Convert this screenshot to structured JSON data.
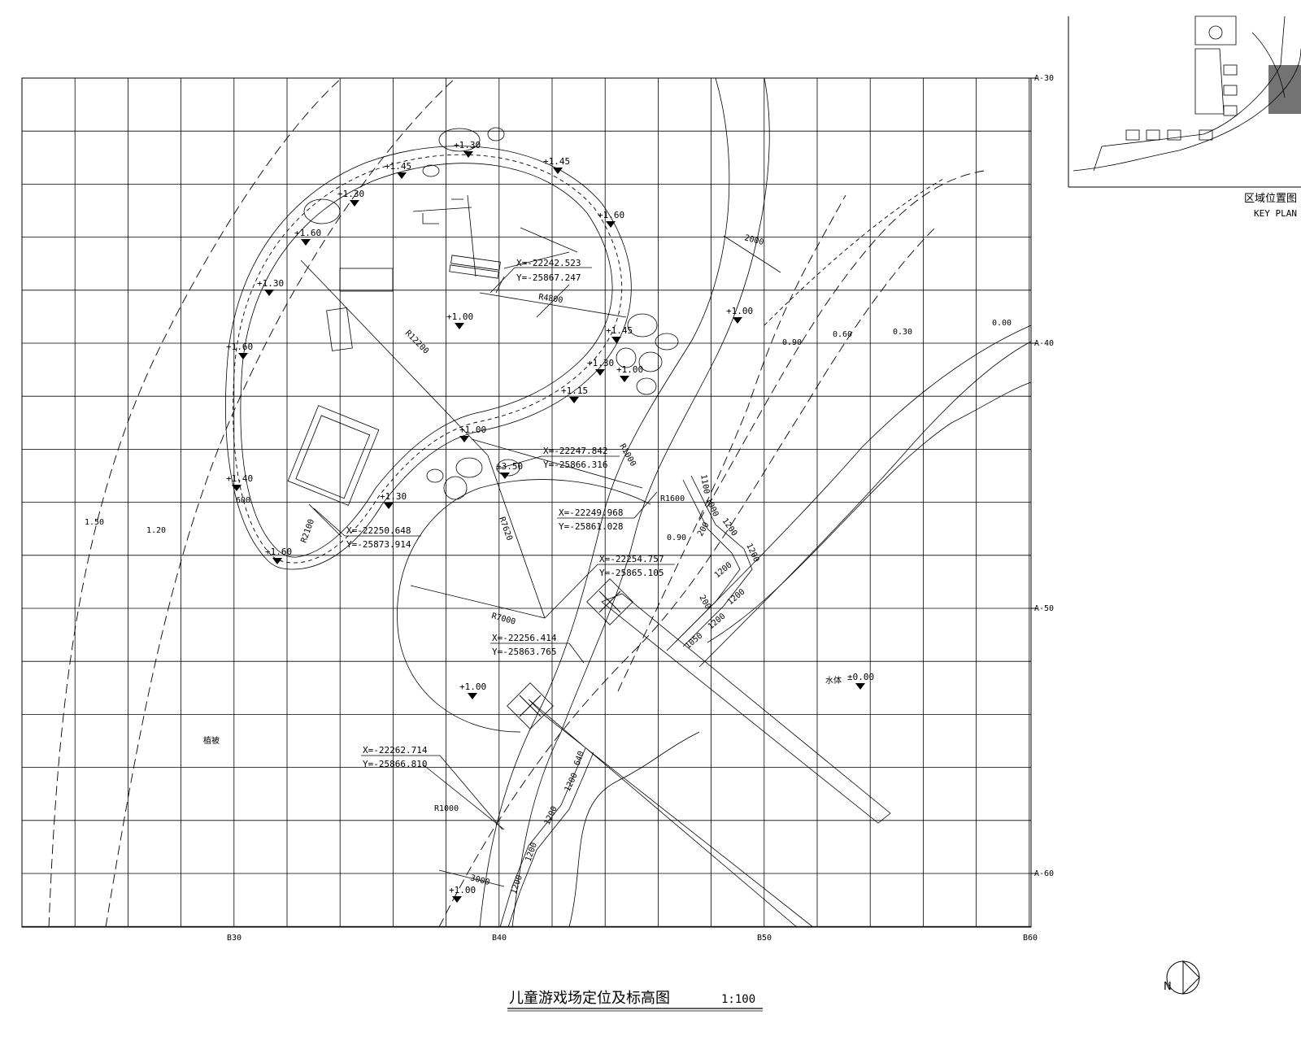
{
  "title": {
    "main": "儿童游戏场定位及标高图",
    "scale": "1:100"
  },
  "key_plan": {
    "label_cn": "区域位置图",
    "label_en": "KEY PLAN"
  },
  "north_arrow": {
    "label": "N"
  },
  "axes": {
    "bottom": [
      "B30",
      "B40",
      "B50",
      "B60"
    ],
    "right": [
      "A-30",
      "A-40",
      "A-50",
      "A-60"
    ]
  },
  "elevations": [
    "+1.30",
    "+1.45",
    "+1.45",
    "+1.30",
    "+1.60",
    "+1.60",
    "+1.30",
    "+1.00",
    "+1.60",
    "+1.45",
    "+1.30",
    "+1.00",
    "+1.15",
    "+1.00",
    "+3.50",
    "+1.40",
    "+1.30",
    "+1.60",
    "+1.00",
    "+1.00",
    "±0.00",
    "+1.00"
  ],
  "contours": [
    "1.50",
    "1.20",
    "0.90",
    "0.60",
    "0.30",
    "0.00",
    "0.90"
  ],
  "coordinates": [
    {
      "x": "X=-22242.523",
      "y": "Y=-25867.247"
    },
    {
      "x": "X=-22247.842",
      "y": "Y=-25866.316"
    },
    {
      "x": "X=-22249.968",
      "y": "Y=-25861.028"
    },
    {
      "x": "X=-22250.648",
      "y": "Y=-25873.914"
    },
    {
      "x": "X=-22254.757",
      "y": "Y=-25865.105"
    },
    {
      "x": "X=-22256.414",
      "y": "Y=-25863.765"
    },
    {
      "x": "X=-22262.714",
      "y": "Y=-25866.810"
    }
  ],
  "radii": [
    "R12200",
    "R4800",
    "R1000",
    "R1600",
    "R7620",
    "R2100",
    "R7000",
    "R1000"
  ],
  "dimensions": [
    "2000",
    "600",
    "1100",
    "1000",
    "1200",
    "1200",
    "200",
    "200",
    "1200",
    "1200",
    "1050",
    "1200",
    "640",
    "1200",
    "1200",
    "1200",
    "1200",
    "3000"
  ],
  "area_labels": {
    "grass": "植被",
    "water": "水体"
  }
}
